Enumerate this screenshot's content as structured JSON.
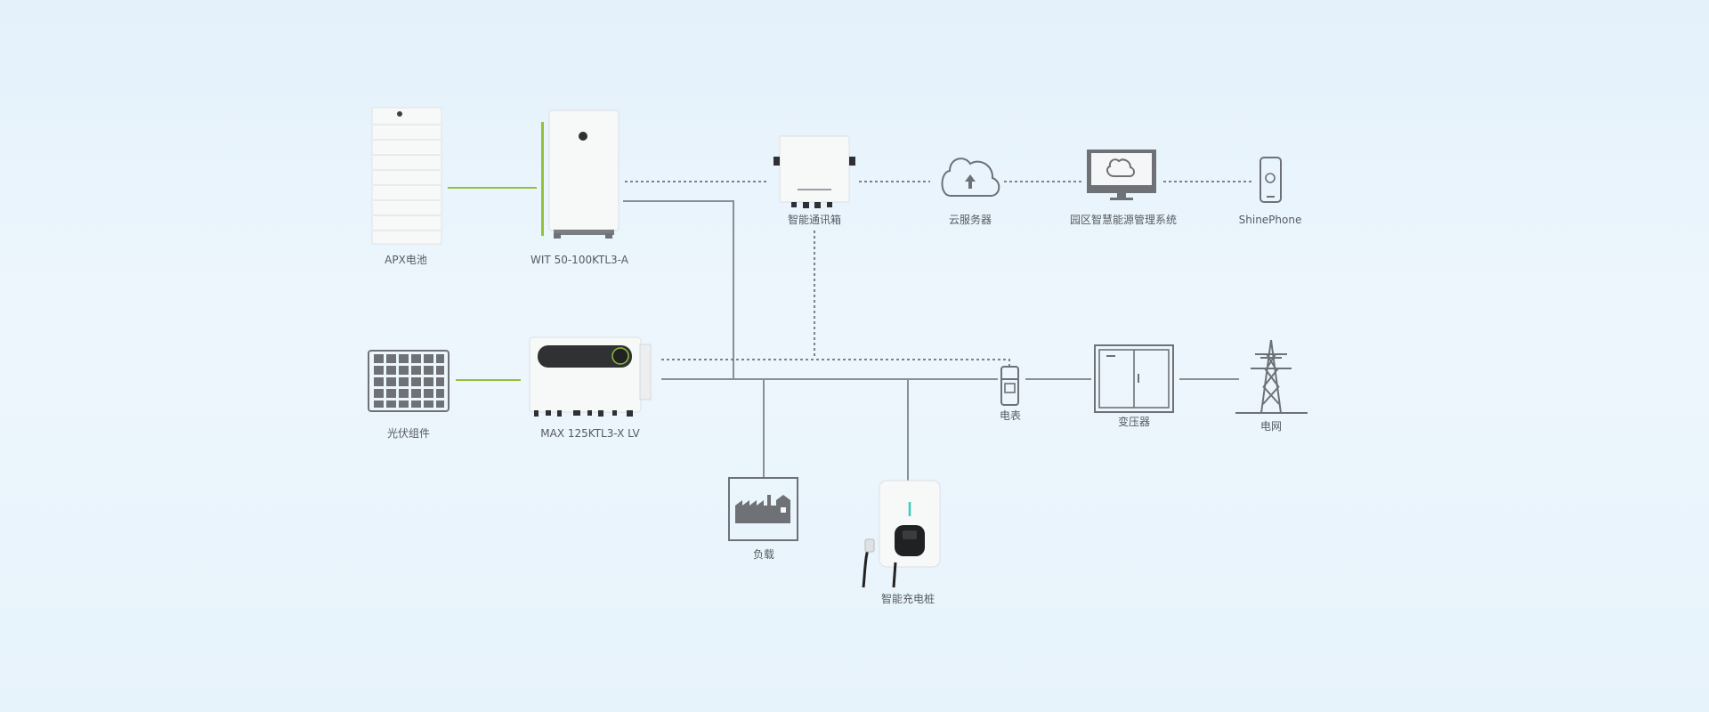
{
  "devices": {
    "apx_battery": "APX电池",
    "wit_inverter": "WIT 50-100KTL3-A",
    "smart_comm_box": "智能通讯箱",
    "cloud_server": "云服务器",
    "park_energy_system": "园区智慧能源管理系统",
    "shinephone": "ShinePhone",
    "pv_module": "光伏组件",
    "max_inverter": "MAX 125KTL3-X LV",
    "meter": "电表",
    "transformer": "变压器",
    "grid": "电网",
    "load": "负载",
    "ev_charger": "智能充电桩"
  },
  "colors": {
    "wire": "#8a8f93",
    "comm_dashed": "#6f7478",
    "dc_green": "#94c13a",
    "icon_gray": "#6e7276",
    "device_white": "#f7f8f8",
    "charger_indicator": "#35d0b8"
  }
}
